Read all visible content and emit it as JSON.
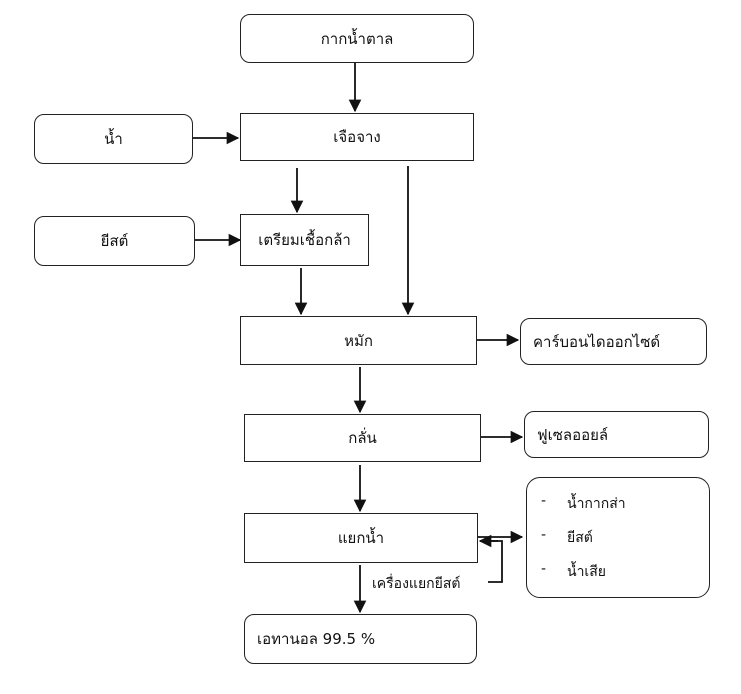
{
  "nodes": {
    "molasses": "กากน้ำตาล",
    "water": "น้ำ",
    "dilute": "เจือจาง",
    "yeast": "ยีสต์",
    "starter": "เตรียมเชื้อกล้า",
    "ferment": "หมัก",
    "co2": "คาร์บอนไดออกไซด์",
    "distill": "กลั่น",
    "fusel_oil": "ฟูเซลออยล์",
    "dehydrate": "แยกน้ำ",
    "ethanol": "เอทานอล 99.5 %"
  },
  "byproducts": {
    "bullet": "-",
    "items": [
      "น้ำกากส่า",
      "ยีสต์",
      "น้ำเสีย"
    ]
  },
  "edge_labels": {
    "separator": "เครื่องแยกยีสต์"
  }
}
